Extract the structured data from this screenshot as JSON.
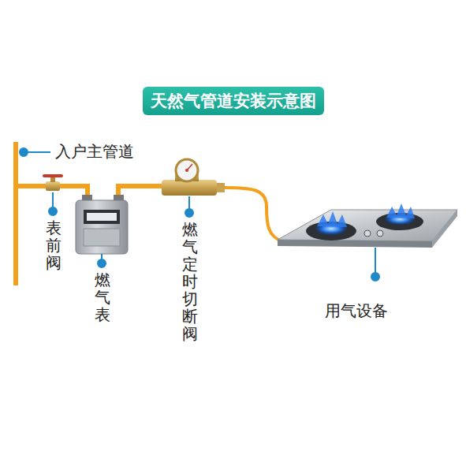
{
  "diagram": {
    "title": "天然气管道安装示意图",
    "labels": [
      "入户主管道",
      "表前阀",
      "燃气表",
      "燃气定时切断阀",
      "用气设备"
    ]
  }
}
